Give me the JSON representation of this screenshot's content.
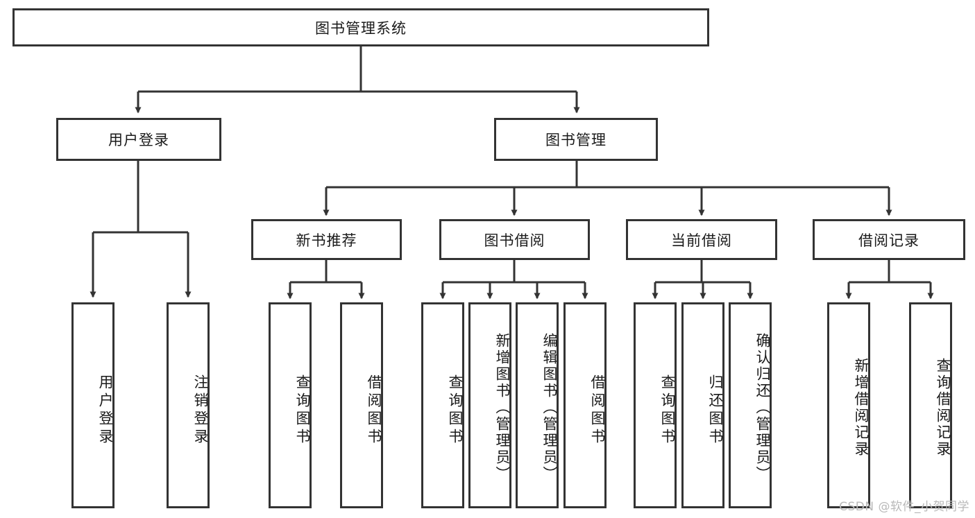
{
  "diagram": {
    "title": "图书管理系统",
    "watermark": "CSDN @软件_小贺同学",
    "colors": {
      "stroke": "#333333",
      "background": "#ffffff",
      "text": "#1a1a1a",
      "watermark": "#b9b9b9"
    },
    "levels": {
      "root": {
        "label": "图书管理系统"
      },
      "level1": [
        {
          "label": "用户登录"
        },
        {
          "label": "图书管理"
        }
      ],
      "level2": [
        {
          "label": "新书推荐"
        },
        {
          "label": "图书借阅"
        },
        {
          "label": "当前借阅"
        },
        {
          "label": "借阅记录"
        }
      ],
      "leaves": {
        "user_login": [
          {
            "label": "用户登录"
          },
          {
            "label": "注销登录"
          }
        ],
        "new_book_recommend": [
          {
            "label": "查询图书"
          },
          {
            "label": "借阅图书"
          }
        ],
        "book_borrow": [
          {
            "label": "查询图书"
          },
          {
            "label": "新增图书（管理员）"
          },
          {
            "label": "编辑图书（管理员）"
          },
          {
            "label": "借阅图书"
          }
        ],
        "current_borrow": [
          {
            "label": "查询图书"
          },
          {
            "label": "归还图书"
          },
          {
            "label": "确认归还（管理员）"
          }
        ],
        "borrow_record": [
          {
            "label": "新增借阅记录"
          },
          {
            "label": "查询借阅记录"
          }
        ]
      }
    }
  }
}
